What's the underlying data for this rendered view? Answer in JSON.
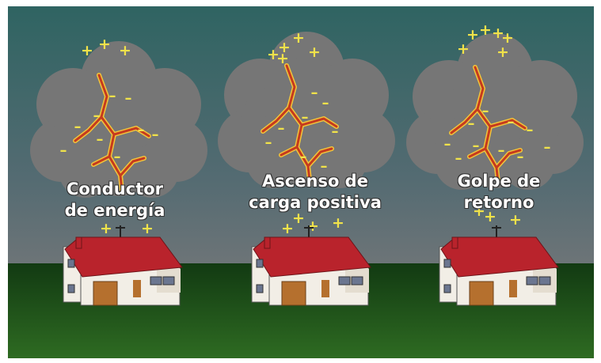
{
  "colors": {
    "sky_top": "#2f6462",
    "sky_bottom": "#546b72",
    "horizon": "#6f7578",
    "cloud": "#767676",
    "grass_dark": "#123a12",
    "grass": "#2e6b22",
    "lightning": "#c63b1e",
    "lightning_glow": "#f2c63a",
    "charge": "#f0e24a",
    "roof": "#b9232c",
    "wall": "#f2eee6",
    "door": "#b5702e",
    "caption_text": "#ffffff"
  },
  "panels": [
    {
      "caption_line1": "Conductor",
      "caption_line2": "de energía"
    },
    {
      "caption_line1": "Ascenso de",
      "caption_line2": "carga positiva"
    },
    {
      "caption_line1": "Golpe de",
      "caption_line2": "retorno"
    }
  ],
  "symbols": {
    "positive": "+",
    "negative": "–"
  }
}
